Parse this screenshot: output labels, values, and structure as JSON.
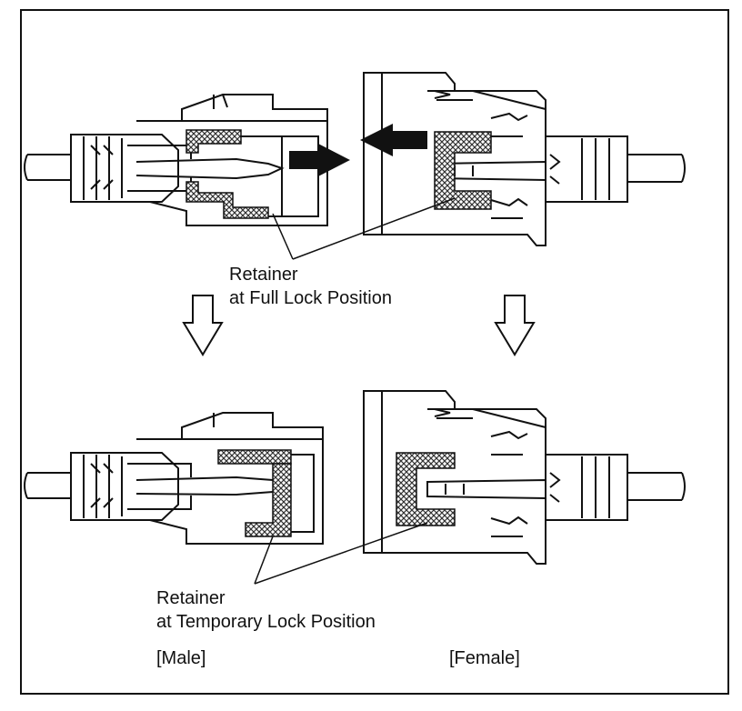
{
  "labels": {
    "retainer_full_line1": "Retainer",
    "retainer_full_line2": "at Full Lock Position",
    "retainer_temp_line1": "Retainer",
    "retainer_temp_line2": "at Temporary Lock Position",
    "male": "[Male]",
    "female": "[Female]"
  },
  "colors": {
    "ink": "#111111",
    "hatch": "#555555",
    "background": "#ffffff"
  }
}
